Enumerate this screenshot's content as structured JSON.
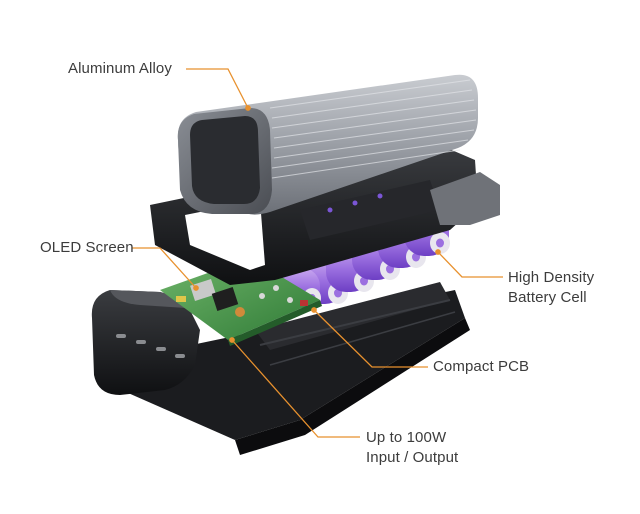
{
  "accent_color": "#e8912e",
  "callouts": {
    "aluminum": {
      "text": "Aluminum Alloy"
    },
    "oled": {
      "text": "OLED Screen"
    },
    "battery": {
      "line1": "High Density",
      "line2": "Battery Cell"
    },
    "pcb": {
      "text": "Compact PCB"
    },
    "power": {
      "line1": "Up to 100W",
      "line2": "Input / Output"
    }
  }
}
